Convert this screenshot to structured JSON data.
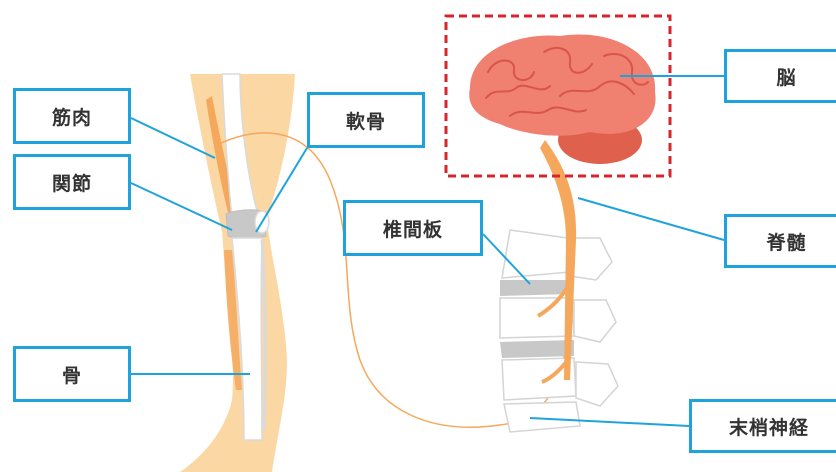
{
  "labels": {
    "muscle": "筋肉",
    "joint": "関節",
    "cartilage": "軟骨",
    "bone": "骨",
    "intervertebral_disc": "椎間板",
    "brain": "脳",
    "spinal_cord": "脊髄",
    "peripheral_nerve": "末梢神経"
  },
  "colors": {
    "label_border": "#1fa3dc",
    "leader_line": "#1fa3dc",
    "skin": "#fbd7a3",
    "muscle": "#f5a85c",
    "nerve": "#f5a85c",
    "bone": "#ffffff",
    "bone_outline": "#dadada",
    "disc": "#c8c8c8",
    "brain": "#f08070",
    "cerebellum": "#e0604e",
    "brain_highlight_box": "#d6262b"
  }
}
